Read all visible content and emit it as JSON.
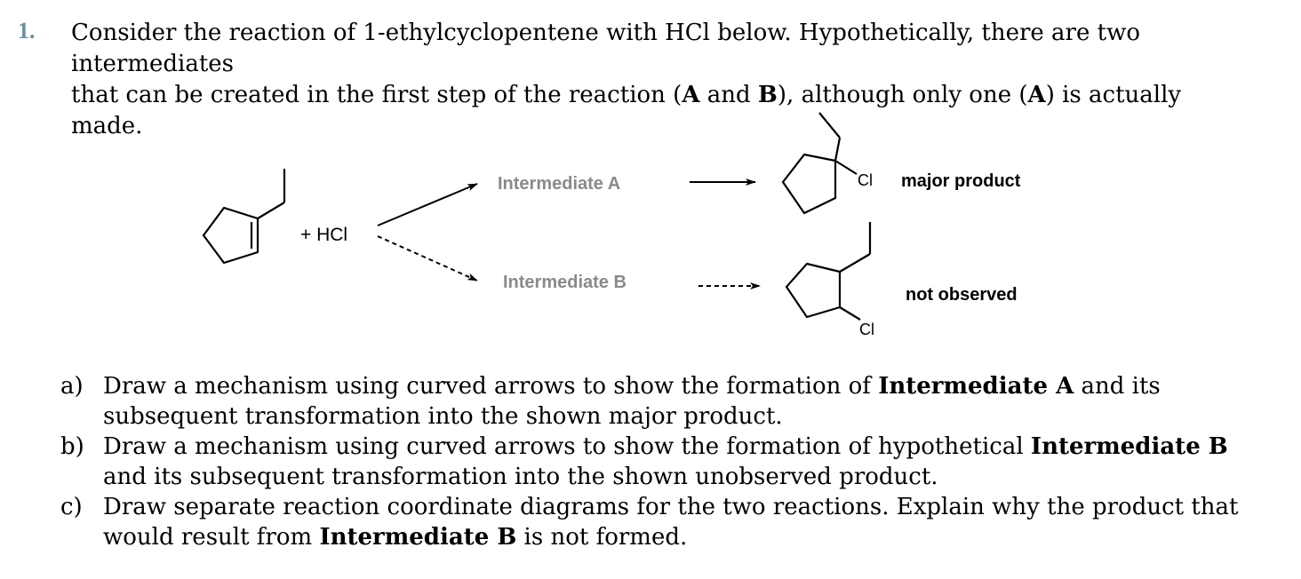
{
  "question": {
    "number": "1.",
    "intro_line1": "Consider the reaction of 1-ethylcyclopentene with HCl below. Hypothetically, there are two intermediates",
    "intro_line2_a": "that can be created in the first step of the reaction (",
    "intro_A": "A",
    "intro_and": " and ",
    "intro_B": "B",
    "intro_line2_b": "), although only one (",
    "intro_A2": "A",
    "intro_line2_c": ") is actually made."
  },
  "scheme": {
    "reagent": "+ HCl",
    "intermediate_a": "Intermediate A",
    "intermediate_b": "Intermediate B",
    "chlorine_top": "Cl",
    "chlorine_bottom": "Cl",
    "major_label": "major product",
    "not_observed_label": "not observed",
    "colors": {
      "intermediate_text": "#8a8a8a",
      "question_number": "#6f8fa0"
    }
  },
  "parts": [
    {
      "label": "a)",
      "text_1": "Draw a mechanism using curved arrows to show the formation of ",
      "bold_1": "Intermediate A",
      "text_2": " and its subsequent transformation into the shown major product."
    },
    {
      "label": "b)",
      "text_1": "Draw a mechanism using curved arrows to show the formation of hypothetical ",
      "bold_1": "Intermediate B",
      "text_2": " and its subsequent transformation into the shown unobserved product."
    },
    {
      "label": "c)",
      "text_1": "Draw separate reaction coordinate diagrams for the two reactions. Explain why the product that would result from ",
      "bold_1": "Intermediate B",
      "text_2": " is not formed."
    }
  ]
}
